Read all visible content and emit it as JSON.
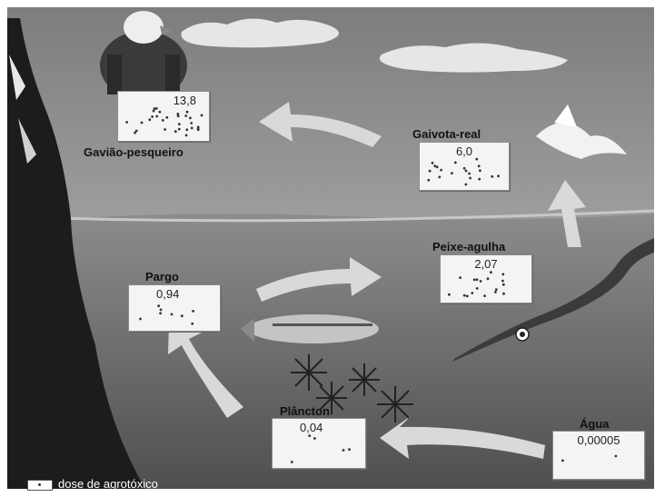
{
  "nodes": [
    {
      "id": "gaviao",
      "label": "Gavião-pesqueiro",
      "value": "13,8"
    },
    {
      "id": "gaivota",
      "label": "Gaivota-real",
      "value": "6,0"
    },
    {
      "id": "peixe",
      "label": "Peixe-agulha",
      "value": "2,07"
    },
    {
      "id": "pargo",
      "label": "Pargo",
      "value": "0,94"
    },
    {
      "id": "plancton",
      "label": "Plâncton",
      "value": "0,04"
    },
    {
      "id": "agua",
      "label": "Água",
      "value": "0,00005"
    }
  ],
  "legend": {
    "text": "dose de agrotóxico"
  },
  "colors": {
    "sky": "#9a9a9a",
    "water": "#6e6e6e",
    "cliff": "#1c1c1c",
    "arrow": "#d9d9d9",
    "box": "#f4f4f4"
  }
}
